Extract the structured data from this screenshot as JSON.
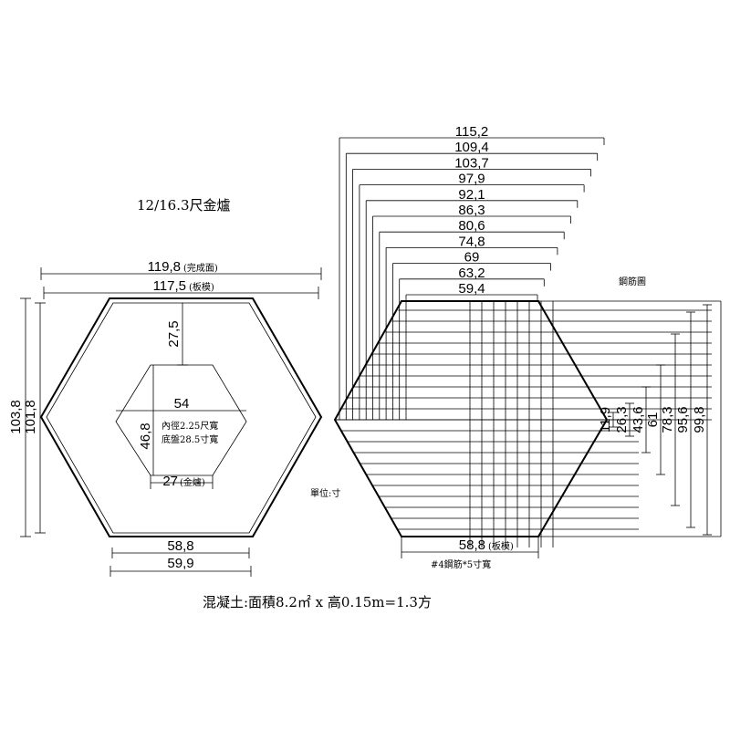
{
  "title": "12/16.3尺金爐",
  "unit_note": "單位:寸",
  "rebar_note": "鋼筋圖",
  "formula": "混凝土:面積8.2㎡ x 高0.15m=1.3方",
  "left_hexagon": {
    "top_widths": [
      {
        "value": "119,8",
        "note": "(完成面)"
      },
      {
        "value": "117,5",
        "note": "(板模)"
      }
    ],
    "heights": [
      "103,8",
      "101,8"
    ],
    "bottom_widths": [
      "58,8",
      "59,9"
    ],
    "top_gap": "27,5",
    "inner": {
      "width": "54",
      "height": "46,8",
      "bottom": {
        "value": "27",
        "note": "(金爐)"
      },
      "notes": [
        "內徑2.25尺寬",
        "底盤28.5寸寬"
      ]
    }
  },
  "right_hexagon": {
    "top_dims": [
      "115,2",
      "109,4",
      "103,7",
      "97,9",
      "92,1",
      "86,3",
      "80,6",
      "74,8",
      "69",
      "63,2",
      "59,4"
    ],
    "side_dims": [
      "11,9",
      "26,3",
      "43,6",
      "61",
      "78,3",
      "95,6",
      "99,8"
    ],
    "bottom": {
      "value": "58,8",
      "note": "(板模)"
    },
    "caption": "#4鋼筋*5寸寬"
  }
}
